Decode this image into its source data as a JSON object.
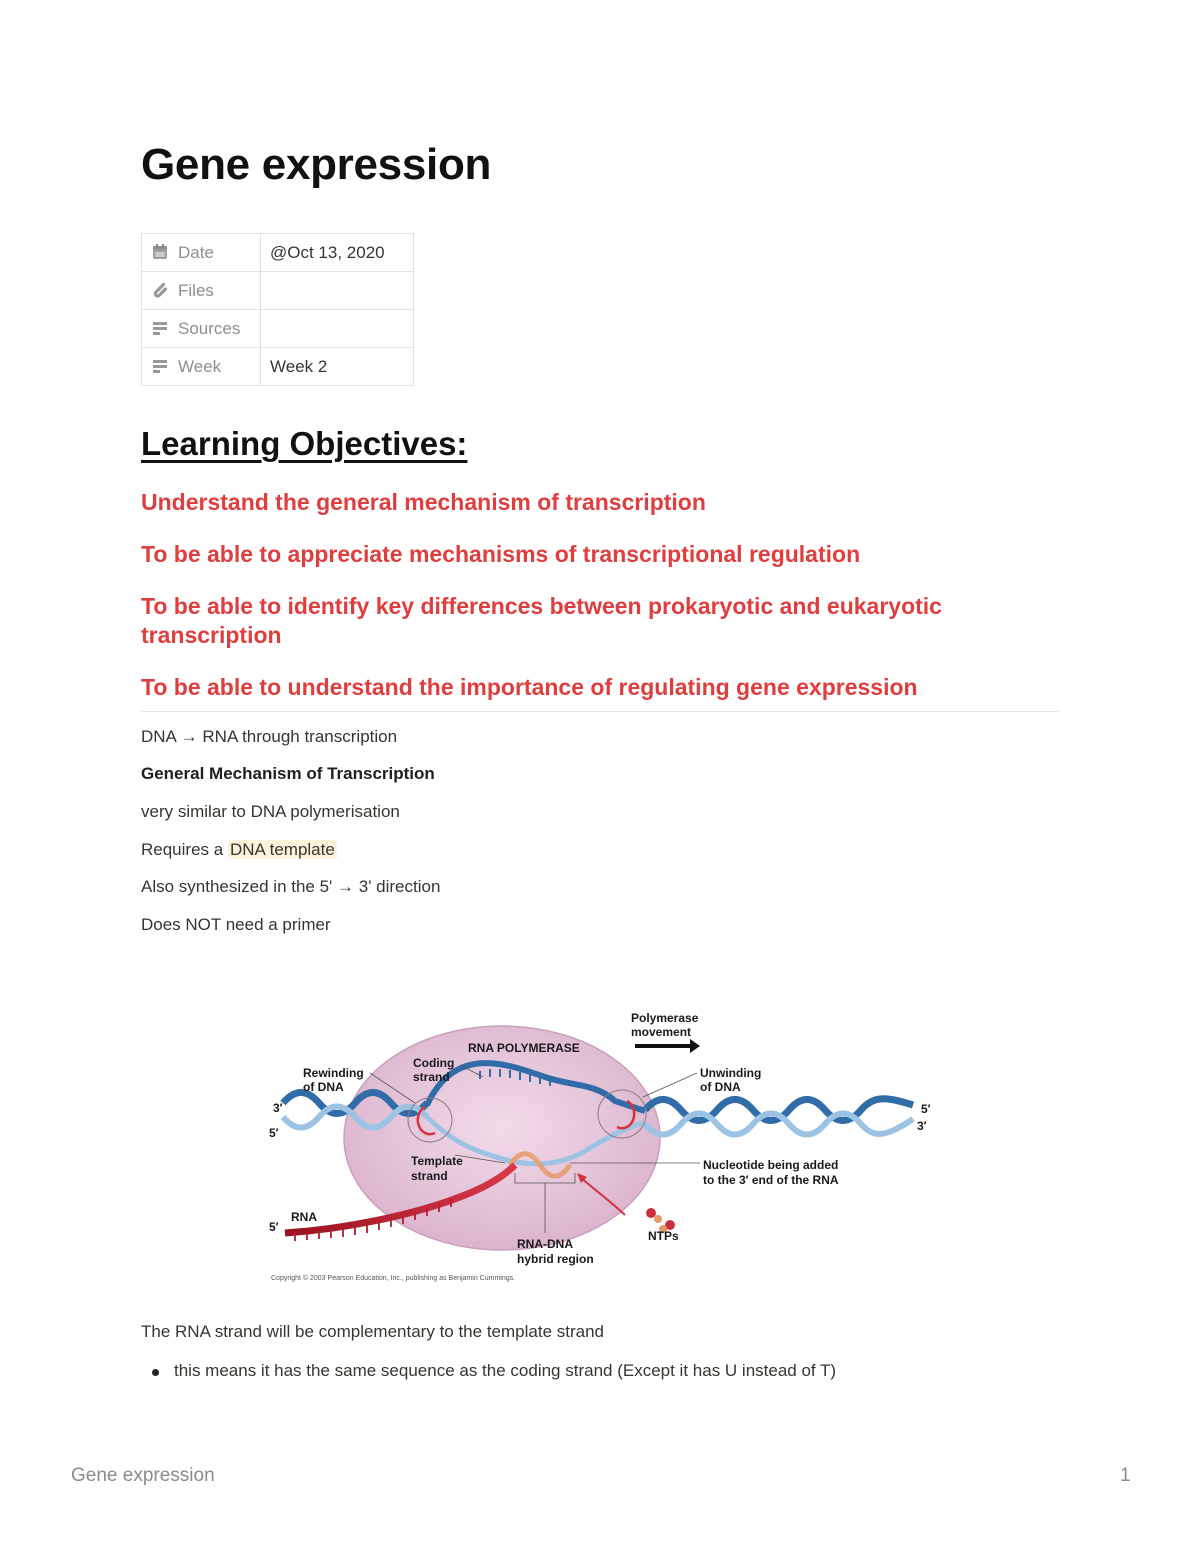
{
  "page": {
    "title": "Gene expression"
  },
  "properties": [
    {
      "icon": "calendar-icon",
      "key": "Date",
      "value": "@Oct 13, 2020"
    },
    {
      "icon": "paperclip-icon",
      "key": "Files",
      "value": ""
    },
    {
      "icon": "text-lines-icon",
      "key": "Sources",
      "value": ""
    },
    {
      "icon": "text-lines-icon",
      "key": "Week",
      "value": "Week 2"
    }
  ],
  "objectives": {
    "heading": "Learning Objectives:",
    "items": [
      "Understand the general mechanism of transcription",
      "To be able to appreciate mechanisms of transcriptional regulation",
      "To be able to identify key differences between prokaryotic and eukaryotic transcription",
      "To be able to understand the importance of regulating gene expression"
    ]
  },
  "notes": {
    "line1": "DNA → RNA through transcription",
    "heading": "General Mechanism of Transcription",
    "line2": "very similar to DNA polymerisation",
    "line3_prefix": "Requires a ",
    "line3_highlight": "DNA template",
    "line4": "Also synthesized in the 5' → 3' direction",
    "line5": "Does NOT need a primer",
    "line6": "The RNA strand will be complementary to the template strand",
    "bullet1": "this means it has the same sequence as  the coding strand (Except it has U instead of T)"
  },
  "diagram": {
    "polymerase_label": "RNA POLYMERASE",
    "polymerase_movement": [
      "Polymerase",
      "movement"
    ],
    "rewinding": [
      "Rewinding",
      "of DNA"
    ],
    "coding_strand": [
      "Coding",
      "strand"
    ],
    "unwinding": [
      "Unwinding",
      "of DNA"
    ],
    "template_strand": [
      "Template",
      "strand"
    ],
    "nucleotide_added": [
      "Nucleotide being added",
      "to the 3′ end of the RNA"
    ],
    "rna": "RNA",
    "rna_dna_hybrid": [
      "RNA-DNA",
      "hybrid region"
    ],
    "ntps": "NTPs",
    "end_left_top": "3′",
    "end_left_bottom": "5′",
    "end_right_top": "5′",
    "end_right_bottom": "3′",
    "end_rna": "5′",
    "copyright": "Copyright © 2003 Pearson Education, Inc., publishing as Benjamin Cummings.",
    "colors": {
      "dna": "#2f6ca8",
      "dna_light": "#9cc3e4",
      "rna": "#c41e2e",
      "polymerase": "#e8c8dc"
    }
  },
  "footer": {
    "title": "Gene expression",
    "page_number": "1"
  }
}
